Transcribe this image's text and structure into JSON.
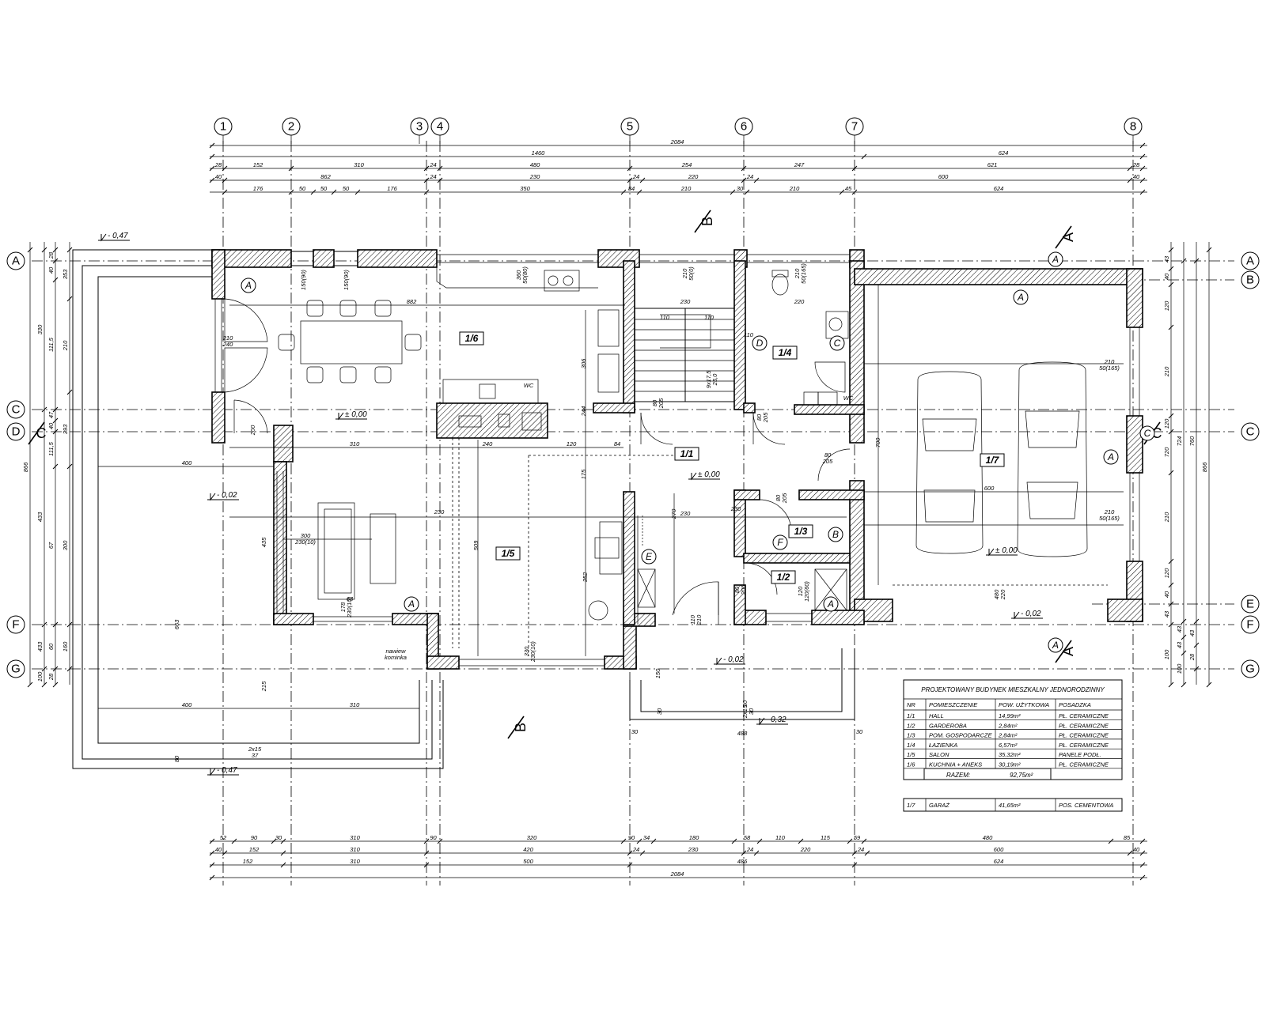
{
  "grid": {
    "columns": [
      "1",
      "2",
      "3",
      "4",
      "5",
      "6",
      "7",
      "8"
    ],
    "rows_left": [
      "A",
      "C",
      "D",
      "F",
      "G"
    ],
    "rows_right": [
      "A",
      "B",
      "C",
      "E",
      "F",
      "G"
    ]
  },
  "dims_top": {
    "row1": [
      "2084"
    ],
    "row2": [
      "1460",
      "624"
    ],
    "row3": [
      "28",
      "152",
      "310",
      "24",
      "480",
      "254",
      "247",
      "621",
      "28"
    ],
    "row4": [
      "40",
      "862",
      "24",
      "230",
      "24",
      "220",
      "24",
      "600",
      "40"
    ],
    "row5": [
      "176",
      "50",
      "50",
      "50",
      "176",
      "350",
      "84",
      "210",
      "30",
      "210",
      "45",
      "624"
    ]
  },
  "dims_bottom": {
    "row1": [
      "52",
      "90",
      "30",
      "310",
      "90",
      "320",
      "90",
      "34",
      "180",
      "58",
      "110",
      "115",
      "59",
      "480",
      "85"
    ],
    "row2": [
      "40",
      "152",
      "310",
      "420",
      "24",
      "230",
      "24",
      "220",
      "24",
      "600",
      "40"
    ],
    "row3": [
      "152",
      "310",
      "500",
      "486",
      "624"
    ],
    "row4": [
      "2084"
    ]
  },
  "dims_left_outer": [
    "866"
  ],
  "dims_left_mid": [
    "330",
    "433",
    "433",
    "100"
  ],
  "dims_left_inner": [
    "28",
    "40",
    "111,5",
    "47",
    "40",
    "111,5",
    "67",
    "60",
    "28"
  ],
  "dims_left_inner2": [
    "353",
    "210",
    "393",
    "300",
    "160"
  ],
  "dims_right": {
    "outer": [
      "866"
    ],
    "mid": [
      "760",
      "43",
      "28"
    ],
    "inner1": [
      "724",
      "43",
      "43",
      "100"
    ],
    "inner2": [
      "43",
      "40",
      "120",
      "210",
      "120",
      "720",
      "210",
      "120",
      "40",
      "43",
      "100"
    ]
  },
  "rooms": [
    {
      "id": "1/1"
    },
    {
      "id": "1/2"
    },
    {
      "id": "1/3"
    },
    {
      "id": "1/4"
    },
    {
      "id": "1/5"
    },
    {
      "id": "1/6"
    },
    {
      "id": "1/7"
    }
  ],
  "window_marks": [
    "A",
    "A",
    "A",
    "A",
    "A",
    "A",
    "A",
    "B",
    "C",
    "C",
    "D",
    "E",
    "F"
  ],
  "sections": {
    "a": "A",
    "b": "B",
    "c": "C"
  },
  "levels": {
    "l1": "± 0,00",
    "l2": "± 0,00",
    "l3": "± 0,00",
    "l4": "- 0,02",
    "l5": "- 0,02",
    "l6": "- 0,02",
    "l7": "- 0,32",
    "l8": "- 0,47",
    "l9": "- 0,47"
  },
  "annotations": {
    "kitchen_window": "360\n50(80)",
    "w_150_90a": "150(90)",
    "w_150_90b": "150(90)",
    "w_210_240": "210\n240",
    "w_stair": "210\n50(0)",
    "w_bath": "210\n50(165)",
    "d_80_205a": "80\n205",
    "d_80_205b": "80\n205",
    "d_80_205c": "80\n205",
    "d_80_205d": "80\n205",
    "d_80_205e": "80\n205",
    "g_210_50_165a": "210\n50(165)",
    "g_210_50_165b": "210\n50(165)",
    "s_300": "300\n230(10)",
    "s_178": "178\n230(10)",
    "s_330": "330\n230(10)",
    "s_110": "110\n210",
    "s_120_60": "120\n120(60)",
    "s_200": "200",
    "g_480": "480\n220",
    "stair_1": "9x17,5\n25,0",
    "chimney": "nawiew\nkominka",
    "dims_inside": [
      "882",
      "230",
      "110",
      "110",
      "220",
      "240",
      "120",
      "84",
      "400",
      "310",
      "230",
      "600",
      "230",
      "270",
      "352",
      "509",
      "435",
      "175",
      "306",
      "244",
      "700",
      "215",
      "400",
      "310",
      "488",
      "30",
      "30",
      "230",
      "110",
      "30",
      "2x15\n30",
      "2x15\n37",
      "63",
      "663",
      "80",
      "150",
      "30"
    ]
  },
  "table": {
    "title": "PROJEKTOWANY BUDYNEK MIESZKALNY JEDNORODZINNY",
    "headers": [
      "NR",
      "POMIESZCZENIE",
      "POW. UŻYTKOWA",
      "POSADZKA"
    ],
    "rows": [
      [
        "1/1",
        "HALL",
        "14,99m²",
        "PŁ. CERAMICZNE"
      ],
      [
        "1/2",
        "GARDEROBA",
        "2,84m²",
        "PŁ. CERAMICZNE"
      ],
      [
        "1/3",
        "POM. GOSPODARCZE",
        "2,84m²",
        "PŁ. CERAMICZNE"
      ],
      [
        "1/4",
        "ŁAZIENKA",
        "6,57m²",
        "PŁ. CERAMICZNE"
      ],
      [
        "1/5",
        "SALON",
        "35,32m²",
        "PANELE PODŁ."
      ],
      [
        "1/6",
        "KUCHNIA + ANEKS",
        "30,19m²",
        "PŁ. CERAMICZNE"
      ]
    ],
    "total_label": "RAZEM:",
    "total_value": "92,75m²",
    "extra_row": [
      "1/7",
      "GARAŻ",
      "41,65m²",
      "POS. CEMENTOWA"
    ]
  },
  "fixtures": {
    "wc": "WC"
  }
}
